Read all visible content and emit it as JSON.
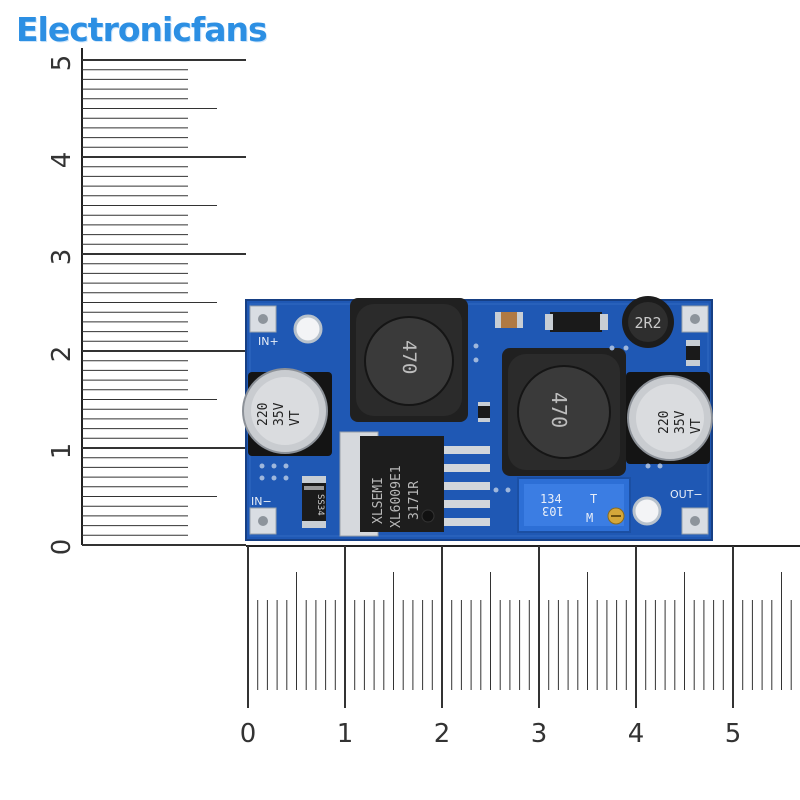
{
  "brand": {
    "text": "Electronicfans",
    "color": "#2c8fe3"
  },
  "ruler_vertical": {
    "labels": [
      "0",
      "1",
      "2",
      "3",
      "4",
      "5"
    ]
  },
  "ruler_horizontal": {
    "labels": [
      "0",
      "1",
      "2",
      "3",
      "4",
      "5"
    ]
  },
  "board": {
    "color": "#1f58b4",
    "silkscreen": {
      "in_plus": "IN+",
      "in_minus": "IN−",
      "out_minus": "OUT−"
    },
    "inductor_left": {
      "marking": "470"
    },
    "inductor_right": {
      "marking": "470"
    },
    "small_inductor": {
      "marking": "2R2"
    },
    "capacitor_left": {
      "lines": [
        "220",
        "35V",
        "VT"
      ]
    },
    "capacitor_right": {
      "lines": [
        "220",
        "35V",
        "VT"
      ]
    },
    "ic": {
      "lines": [
        "XLSEMI",
        "XL6009E1",
        "3171R"
      ]
    },
    "diode": {
      "marking": "SS34"
    },
    "potentiometer": {
      "lines": [
        "134",
        "103"
      ],
      "letters": [
        "T",
        "M"
      ]
    }
  }
}
